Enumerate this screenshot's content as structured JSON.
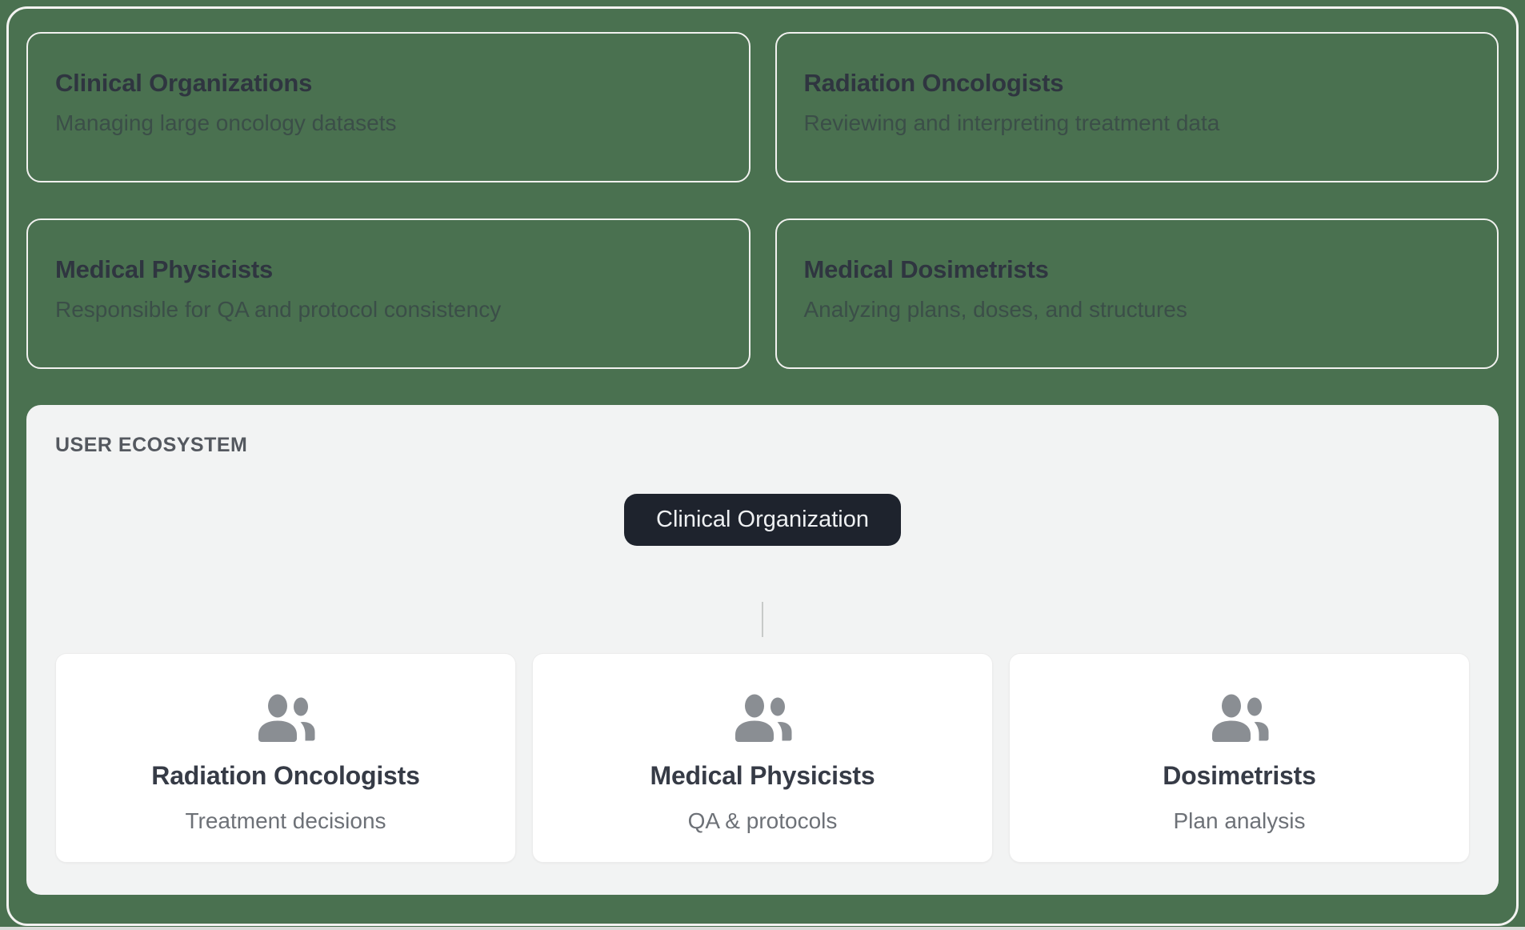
{
  "overview_cards": [
    {
      "title": "Clinical Organizations",
      "description": "Managing large oncology datasets"
    },
    {
      "title": "Radiation Oncologists",
      "description": "Reviewing and interpreting treatment data"
    },
    {
      "title": "Medical Physicists",
      "description": "Responsible for QA and protocol consistency"
    },
    {
      "title": "Medical Dosimetrists",
      "description": "Analyzing plans, doses, and structures"
    }
  ],
  "ecosystem": {
    "label": "USER ECOSYSTEM",
    "root_node_label": "Clinical Organization",
    "user_cards": [
      {
        "icon": "users-icon",
        "title": "Radiation Oncologists",
        "subtitle": "Treatment decisions"
      },
      {
        "icon": "users-icon",
        "title": "Medical Physicists",
        "subtitle": "QA & protocols"
      },
      {
        "icon": "users-icon",
        "title": "Dosimetrists",
        "subtitle": "Plan analysis"
      }
    ]
  },
  "colors": {
    "page_background": "#4a7150",
    "frame_border": "#f3f3f1",
    "card_border": "#f1f1ef",
    "card_title_text": "#2f3540",
    "section_background": "#f2f3f3",
    "badge_background": "#1e232d",
    "badge_text": "#eef0f2",
    "connector_line": "#c7cac8",
    "icon_gray": "#8a8e93",
    "bottom_strip": "#d9dcd9"
  }
}
